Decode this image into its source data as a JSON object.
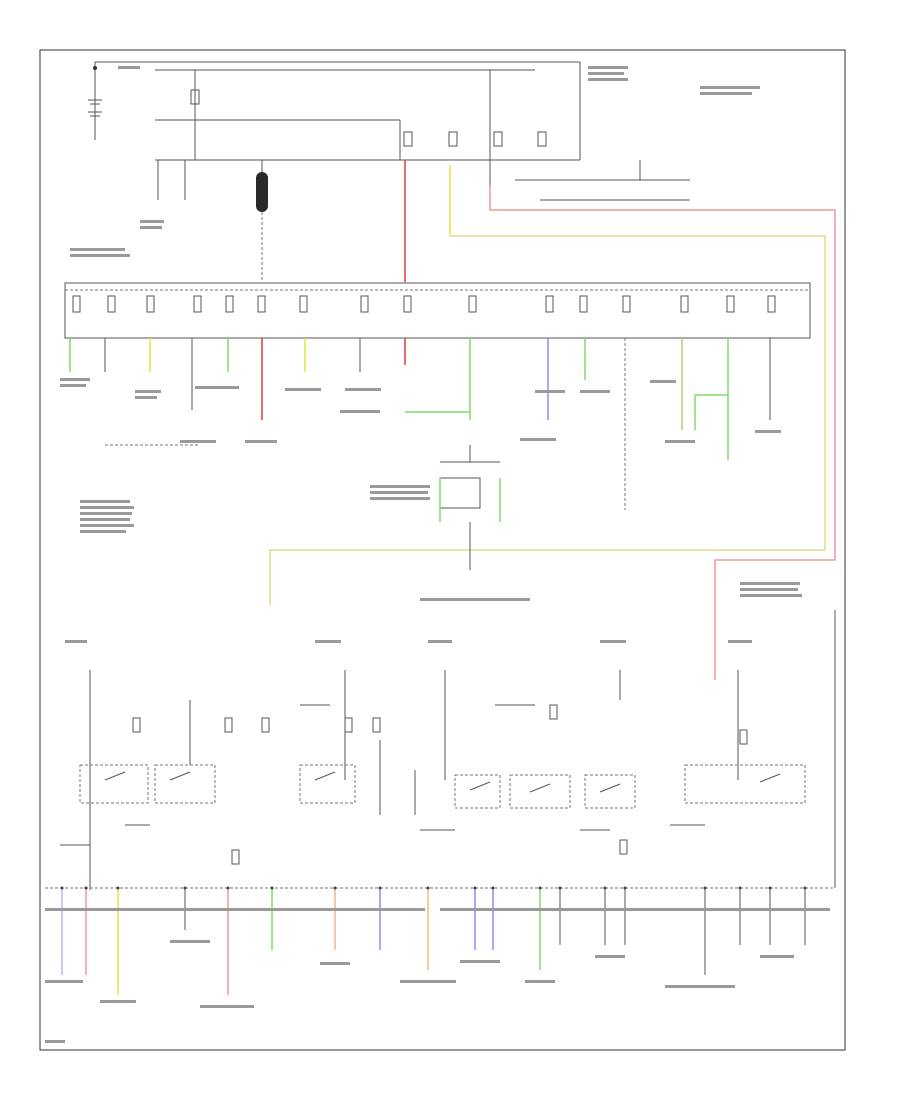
{
  "figure_code": "",
  "note": "",
  "colors": {
    "frame": "#333333",
    "wire": "#555555",
    "red": "#e23c3c",
    "pink": "#ef9a9a",
    "yellow": "#e8e23a",
    "olive": "#c8c46a",
    "green": "#7fdc6b",
    "blue": "#8c8cf0",
    "lavender": "#b7b7f5",
    "orange": "#f0c070",
    "peach": "#f5b48c",
    "black": "#222222"
  },
  "wire_colors": [
    {
      "name": "red",
      "hex": "#e23c3c"
    },
    {
      "name": "yellow",
      "hex": "#e8e23a"
    },
    {
      "name": "green",
      "hex": "#7fdc6b"
    },
    {
      "name": "blue",
      "hex": "#8c8cf0"
    },
    {
      "name": "orange",
      "hex": "#f0c070"
    },
    {
      "name": "olive",
      "hex": "#c8c46a"
    },
    {
      "name": "peach",
      "hex": "#f5b48c"
    },
    {
      "name": "lavender",
      "hex": "#b7b7f5"
    }
  ]
}
